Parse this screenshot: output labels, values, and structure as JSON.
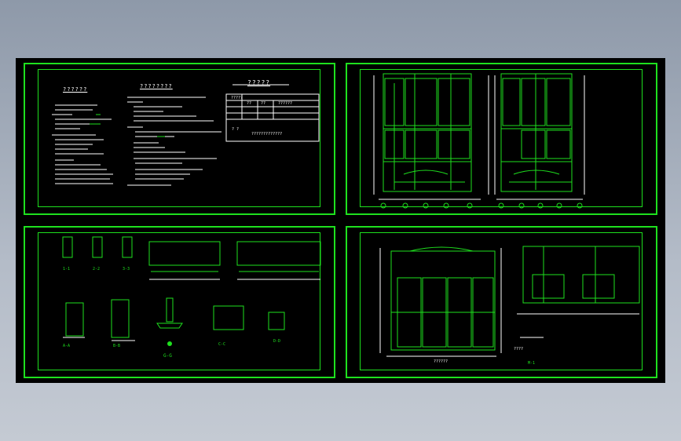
{
  "colors": {
    "frame": "#1ee01e",
    "line": "#1ee01e",
    "text": "#ffffff",
    "accent": "#00ffff",
    "background": "#000000",
    "desktop": "#9aa4b2"
  },
  "sheet1": {
    "header_left": "??????",
    "header_mid": "????????",
    "header_right": "?????",
    "table_head": [
      "?????",
      "??",
      "??",
      "??????"
    ],
    "note_label": "? ?",
    "note_val": "?????????????"
  },
  "sheet3": {
    "labels": [
      "1-1",
      "2-2",
      "3-3",
      "A-A",
      "B-B",
      "G-G",
      "C-C",
      "D-D"
    ]
  },
  "sheet4": {
    "labels": [
      "??????",
      "????",
      "M-1"
    ]
  }
}
